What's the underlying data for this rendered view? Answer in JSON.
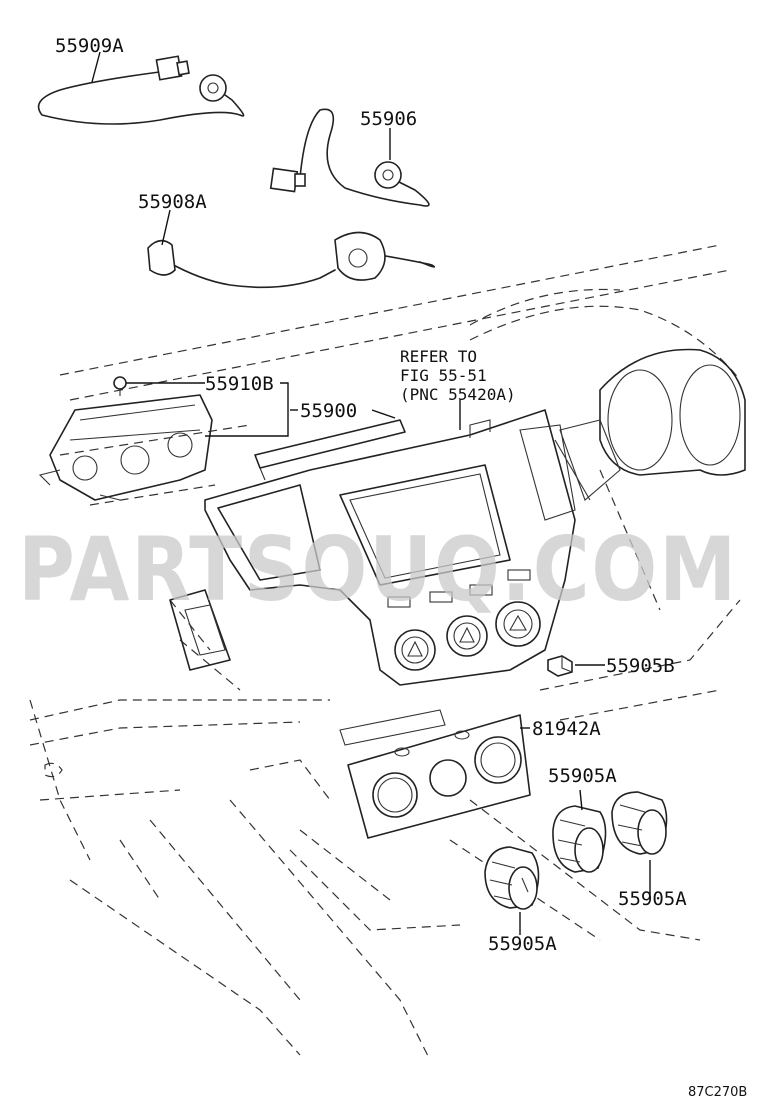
{
  "labels": {
    "p55909A": "55909A",
    "p55906": "55906",
    "p55908A": "55908A",
    "p55910B": "55910B",
    "p55900": "55900",
    "refer_line1": "REFER TO",
    "refer_line2": "FIG 55-51",
    "refer_line3": "(PNC 55420A)",
    "p55905B": "55905B",
    "p81942A": "81942A",
    "p55905A_top": "55905A",
    "p55905A_right": "55905A",
    "p55905A_bottom": "55905A"
  },
  "watermark": "PARTSOUQ.COM",
  "diagram_code": "87C270B"
}
